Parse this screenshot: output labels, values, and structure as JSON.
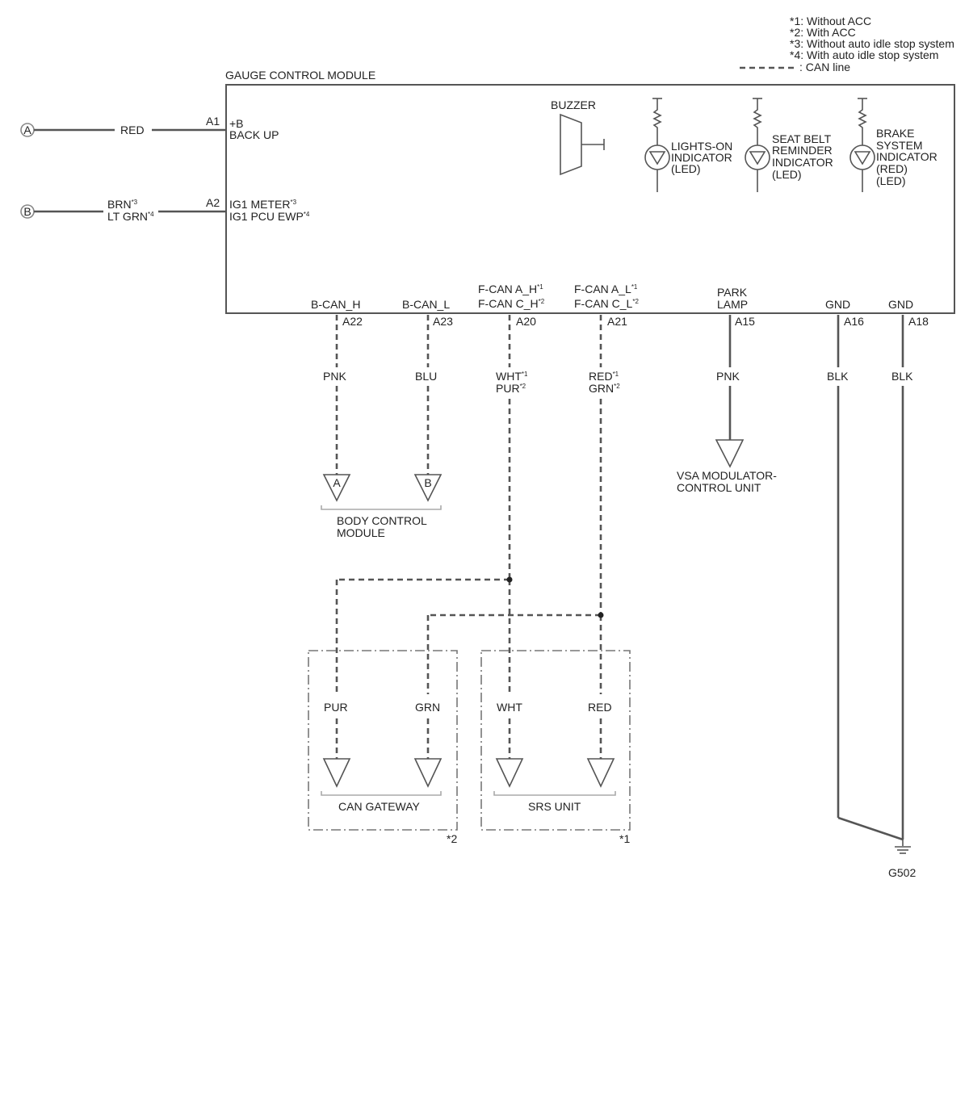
{
  "legend": {
    "note1": "*1: Without ACC",
    "note2": "*2: With ACC",
    "note3": "*3: Without auto idle stop system",
    "note4": "*4: With auto idle stop system",
    "can_line": ": CAN line"
  },
  "module": {
    "title": "GAUGE CONTROL MODULE",
    "buzzer": "BUZZER",
    "indicators": [
      {
        "lines": [
          "LIGHTS-ON",
          "INDICATOR",
          "(LED)"
        ]
      },
      {
        "lines": [
          "SEAT BELT",
          "REMINDER",
          "INDICATOR",
          "(LED)"
        ]
      },
      {
        "lines": [
          "BRAKE",
          "SYSTEM",
          "INDICATOR",
          "(RED)",
          "(LED)"
        ]
      }
    ]
  },
  "inputs": {
    "a": {
      "connector": "A",
      "wire": "RED",
      "pin": "A1",
      "func1": "+B",
      "func2": "BACK UP"
    },
    "b": {
      "connector": "B",
      "wire1": "BRN",
      "wire1_sup": "*3",
      "wire2": "LT GRN",
      "wire2_sup": "*4",
      "pin": "A2",
      "func1": "IG1 METER",
      "func1_sup": "*3",
      "func2": "IG1 PCU EWP",
      "func2_sup": "*4"
    }
  },
  "pins": {
    "a22": {
      "signal": "B-CAN_H",
      "pin": "A22",
      "wire": "PNK"
    },
    "a23": {
      "signal": "B-CAN_L",
      "pin": "A23",
      "wire": "BLU"
    },
    "a20": {
      "signal1": "F-CAN A_H",
      "signal1_sup": "*1",
      "signal2": "F-CAN C_H",
      "signal2_sup": "*2",
      "pin": "A20",
      "wire1": "WHT",
      "wire1_sup": "*1",
      "wire2": "PUR",
      "wire2_sup": "*2"
    },
    "a21": {
      "signal1": "F-CAN A_L",
      "signal1_sup": "*1",
      "signal2": "F-CAN C_L",
      "signal2_sup": "*2",
      "pin": "A21",
      "wire1": "RED",
      "wire1_sup": "*1",
      "wire2": "GRN",
      "wire2_sup": "*2"
    },
    "a15": {
      "signal1": "PARK",
      "signal2": "LAMP",
      "pin": "A15",
      "wire": "PNK"
    },
    "a16": {
      "signal": "GND",
      "pin": "A16",
      "wire": "BLK"
    },
    "a18": {
      "signal": "GND",
      "pin": "A18",
      "wire": "BLK"
    }
  },
  "body_control": {
    "conn_a": "A",
    "conn_b": "B",
    "line1": "BODY CONTROL",
    "line2": "MODULE"
  },
  "vsa": {
    "line1": "VSA MODULATOR-",
    "line2": "CONTROL UNIT"
  },
  "can_gateway": {
    "wire1": "PUR",
    "wire2": "GRN",
    "label": "CAN GATEWAY",
    "note": "*2"
  },
  "srs_unit": {
    "wire1": "WHT",
    "wire2": "RED",
    "label": "SRS UNIT",
    "note": "*1"
  },
  "ground": {
    "label": "G502"
  }
}
